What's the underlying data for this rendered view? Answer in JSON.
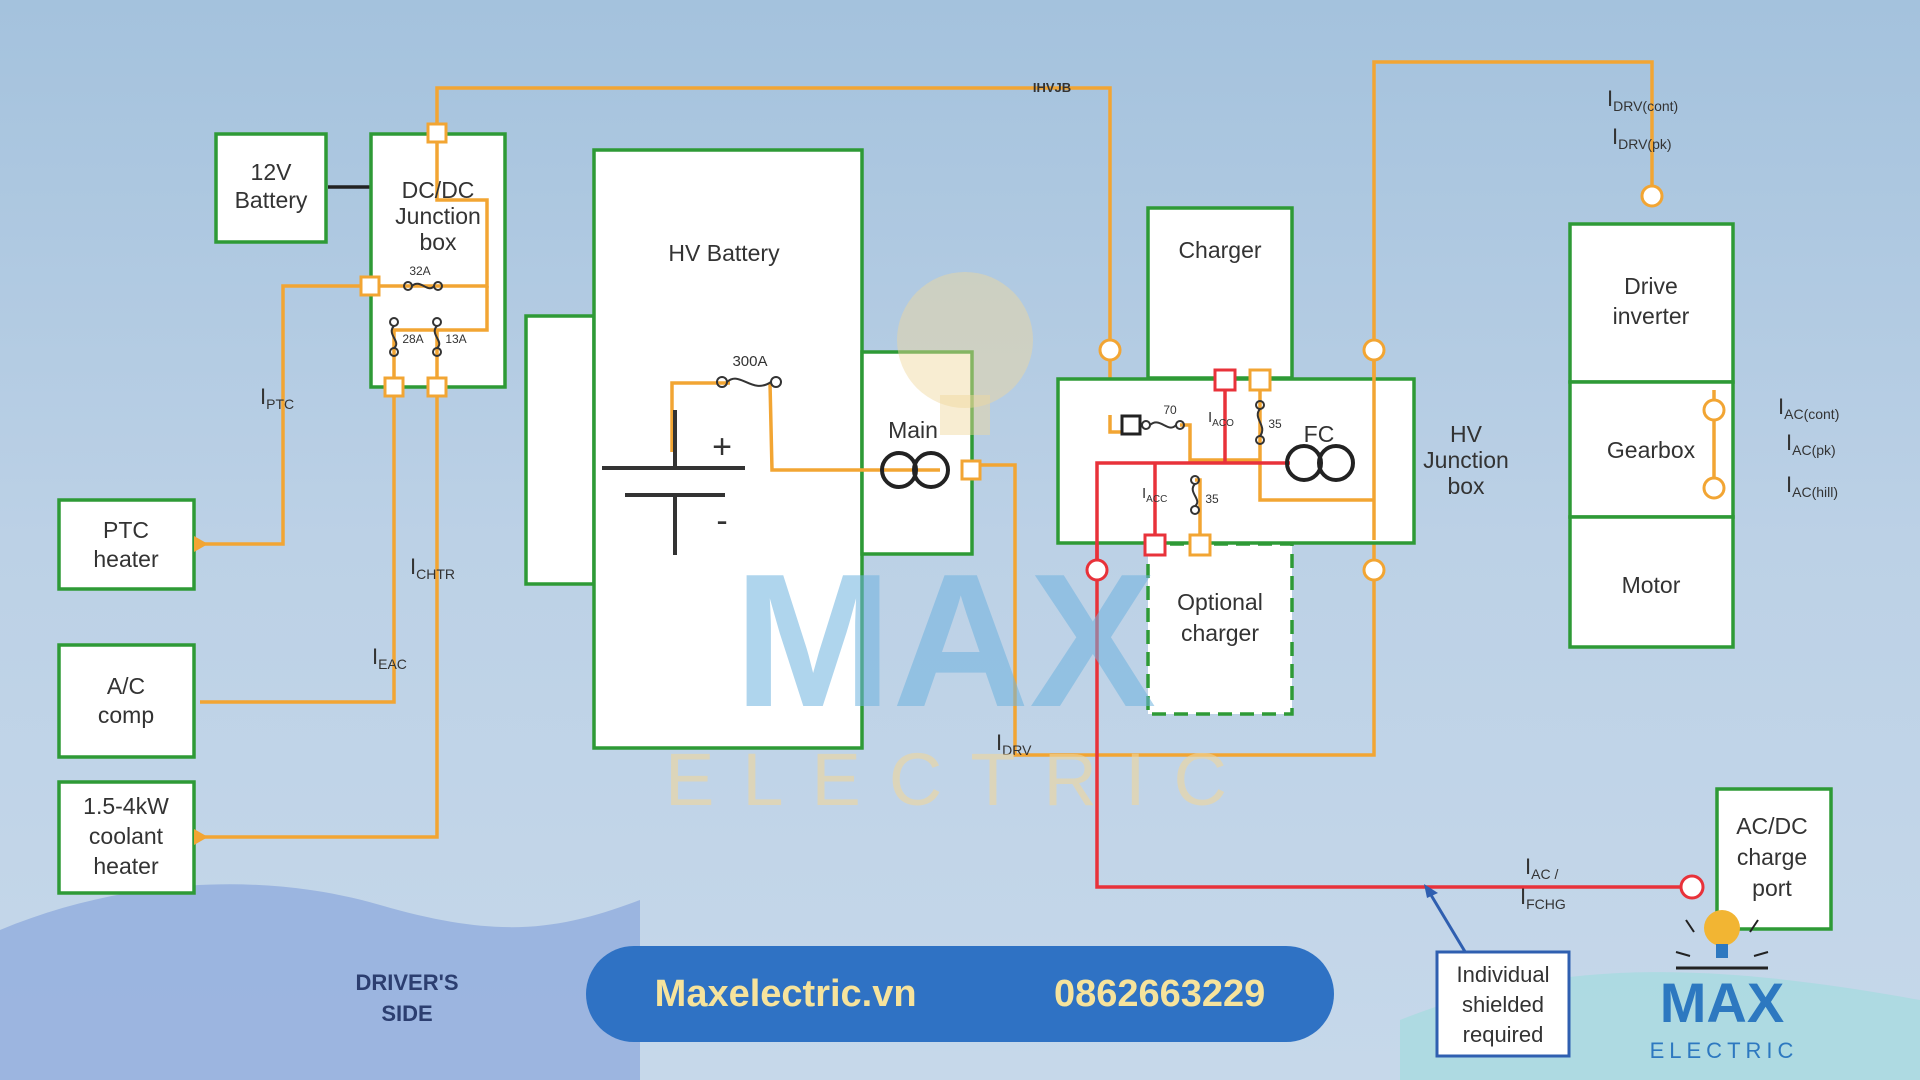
{
  "components": {
    "battery_12v": [
      "12V",
      "Battery"
    ],
    "dcdc_junction": [
      "DC/DC",
      "Junction",
      "box"
    ],
    "ptc_heater": [
      "PTC",
      "heater"
    ],
    "ac_comp": [
      "A/C",
      "comp"
    ],
    "coolant_heater": [
      "1.5-4kW",
      "coolant",
      "heater"
    ],
    "hv_battery": "HV Battery",
    "main": "Main",
    "charger": "Charger",
    "optional_charger": [
      "Optional",
      "charger"
    ],
    "hv_junction": [
      "HV",
      "Junction",
      "box"
    ],
    "fc": "FC",
    "drive_inverter": [
      "Drive",
      "inverter"
    ],
    "gearbox": "Gearbox",
    "motor": "Motor",
    "acdc_charge_port": [
      "AC/DC",
      "charge",
      "port"
    ],
    "shielded_note": [
      "Individual",
      "shielded",
      "required"
    ]
  },
  "fuses": {
    "dcdc_top": "32A",
    "dcdc_left": "28A",
    "dcdc_right": "13A",
    "hv_main": "300A",
    "hvjb_top": "70",
    "hvjb_mid": "35",
    "hvjb_low": "35"
  },
  "currents": {
    "top_wire": "IHVJB",
    "ptc": {
      "main": "I",
      "sub": "PTC"
    },
    "chtr": {
      "main": "I",
      "sub": "CHTR"
    },
    "eac": {
      "main": "I",
      "sub": "EAC"
    },
    "drv": {
      "main": "I",
      "sub": "DRV"
    },
    "drv_cont": {
      "main": "I",
      "sub": "DRV(cont)"
    },
    "drv_pk": {
      "main": "I",
      "sub": "DRV(pk)"
    },
    "ac_cont": {
      "main": "I",
      "sub": "AC(cont)"
    },
    "ac_pk": {
      "main": "I",
      "sub": "AC(pk)"
    },
    "ac_hill": {
      "main": "I",
      "sub": "AC(hill)"
    },
    "acc1": {
      "main": "I",
      "sub": "ACO"
    },
    "acc2": {
      "main": "I",
      "sub": "ACC"
    },
    "ac_fchg_1": {
      "main": "I",
      "sub": "AC /"
    },
    "ac_fchg_2": {
      "main": "I",
      "sub": "FCHG"
    }
  },
  "side_label": [
    "DRIVER'S",
    "SIDE"
  ],
  "watermark": {
    "big": "MAX",
    "small": "ELECTRIC"
  },
  "footer": {
    "website": "Maxelectric.vn",
    "phone": "0862663229"
  },
  "logo": {
    "big": "MAX",
    "small": "ELECTRIC"
  },
  "colors": {
    "wire_hv": "#f2a533",
    "wire_charge": "#e8323a",
    "box_border": "#2e9a36",
    "footer_bg": "#2f72c4",
    "footer_text": "#f6e39c"
  }
}
